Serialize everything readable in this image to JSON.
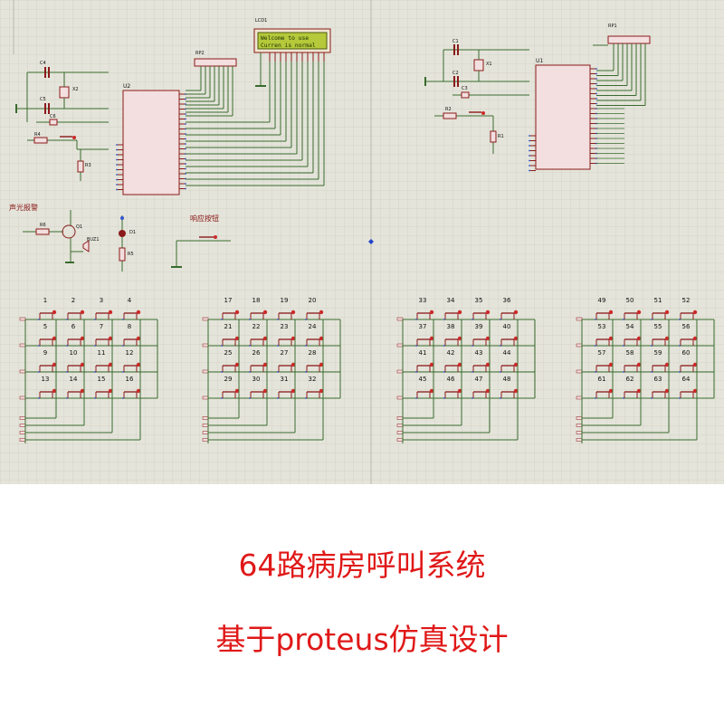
{
  "lcd": {
    "ref": "LCD1",
    "line1": "Welcome to use",
    "line2": "Curren is normal"
  },
  "labels": {
    "alarm": "声光报警",
    "response_button": "响应按钮",
    "u2": "U2",
    "u1": "U1",
    "rp2": "RP2",
    "rp1": "RP1",
    "x2": "X2",
    "x1": "X1",
    "c1": "C1",
    "c2": "C2",
    "c3": "C3",
    "c4": "C4",
    "c5": "C5",
    "c6": "C6",
    "r1": "R1",
    "r2": "R2",
    "r3": "R3",
    "r4": "R4",
    "r5": "R5",
    "r6": "R6",
    "q1": "Q1",
    "buz1": "BUZ1",
    "d1": "D1"
  },
  "keypads": [
    {
      "keys": [
        "1",
        "2",
        "3",
        "4",
        "5",
        "6",
        "7",
        "8",
        "9",
        "10",
        "11",
        "12",
        "13",
        "14",
        "15",
        "16"
      ]
    },
    {
      "keys": [
        "17",
        "18",
        "19",
        "20",
        "21",
        "22",
        "23",
        "24",
        "25",
        "26",
        "27",
        "28",
        "29",
        "30",
        "31",
        "32"
      ]
    },
    {
      "keys": [
        "33",
        "34",
        "35",
        "36",
        "37",
        "38",
        "39",
        "40",
        "41",
        "42",
        "43",
        "44",
        "45",
        "46",
        "47",
        "48"
      ]
    },
    {
      "keys": [
        "49",
        "50",
        "51",
        "52",
        "53",
        "54",
        "55",
        "56",
        "57",
        "58",
        "59",
        "60",
        "61",
        "62",
        "63",
        "64"
      ]
    }
  ],
  "captions": {
    "title": "64路病房呼叫系统",
    "subtitle": "基于proteus仿真设计"
  },
  "colors": {
    "grid_bg": "#e4e4da",
    "grid_line": "#cfcfc2",
    "wire": "#3a6b2f",
    "component": "#8b1a1a",
    "chip_fill": "#f3dfdf",
    "lcd_bg": "#b5c93a",
    "caption": "#e01818"
  }
}
